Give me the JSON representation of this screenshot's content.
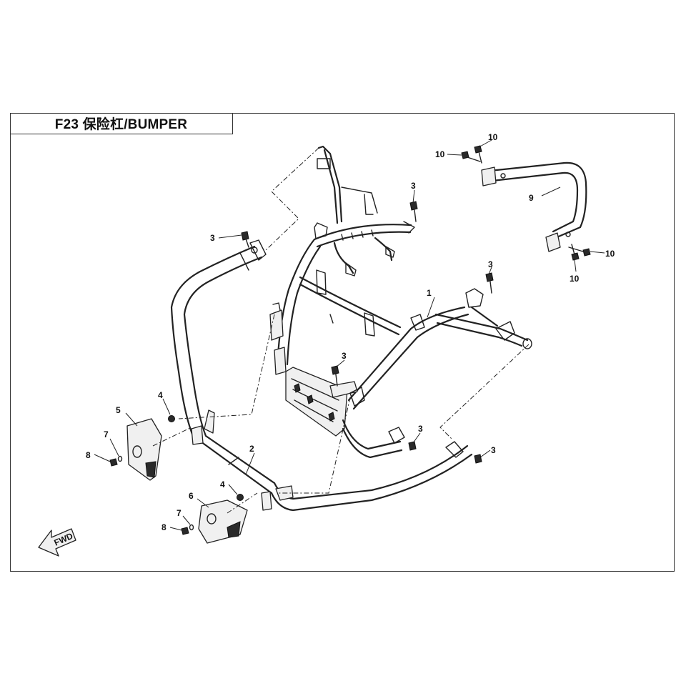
{
  "title": "F23 保险杠/BUMPER",
  "fwd_label": "FWD",
  "callouts": [
    {
      "id": "c1",
      "text": "1"
    },
    {
      "id": "c2",
      "text": "2"
    },
    {
      "id": "c3a",
      "text": "3"
    },
    {
      "id": "c3b",
      "text": "3"
    },
    {
      "id": "c3c",
      "text": "3"
    },
    {
      "id": "c3d",
      "text": "3"
    },
    {
      "id": "c3e",
      "text": "3"
    },
    {
      "id": "c3f",
      "text": "3"
    },
    {
      "id": "c4a",
      "text": "4"
    },
    {
      "id": "c4b",
      "text": "4"
    },
    {
      "id": "c5",
      "text": "5"
    },
    {
      "id": "c6",
      "text": "6"
    },
    {
      "id": "c7a",
      "text": "7"
    },
    {
      "id": "c7b",
      "text": "7"
    },
    {
      "id": "c8a",
      "text": "8"
    },
    {
      "id": "c8b",
      "text": "8"
    },
    {
      "id": "c9",
      "text": "9"
    },
    {
      "id": "c10a",
      "text": "10"
    },
    {
      "id": "c10b",
      "text": "10"
    },
    {
      "id": "c10c",
      "text": "10"
    },
    {
      "id": "c10d",
      "text": "10"
    }
  ]
}
